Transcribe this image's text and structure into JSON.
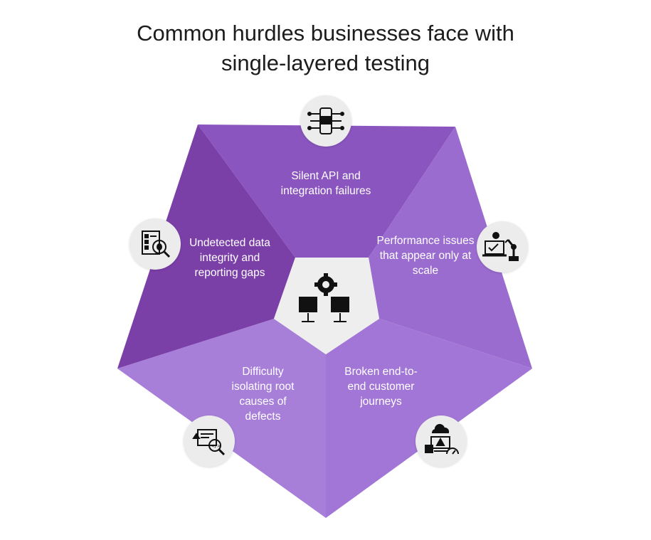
{
  "title": {
    "line1": "Common hurdles businesses face with",
    "line2": "single-layered testing"
  },
  "segments": [
    {
      "id": "api",
      "label": "Silent API and integration failures",
      "icon": "api-chip-icon",
      "color": "#8a55bf"
    },
    {
      "id": "performance",
      "label": "Performance issues that appear only at scale",
      "icon": "robot-arm-laptop-icon",
      "color": "#9b6ccf"
    },
    {
      "id": "journeys",
      "label": "Broken end-to-end customer journeys",
      "icon": "cloud-server-speed-icon",
      "color": "#a276d6"
    },
    {
      "id": "defects",
      "label": "Difficulty isolating root causes of defects",
      "icon": "code-search-icon",
      "color": "#a77fd9"
    },
    {
      "id": "data",
      "label": "Undetected data integrity and reporting gaps",
      "icon": "bug-report-search-icon",
      "color": "#7b3fa8"
    }
  ],
  "center": {
    "icon": "gear-servers-icon",
    "color": "#eeeeee"
  }
}
